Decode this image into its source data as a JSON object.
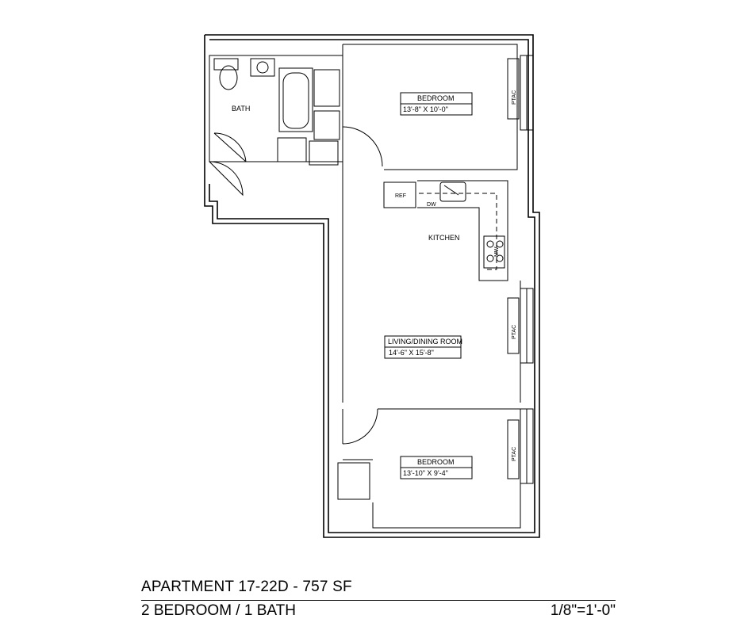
{
  "rooms": {
    "bath": {
      "name": "BATH"
    },
    "bedroom_1": {
      "name": "BEDROOM",
      "dims": "13'-8\" X 10'-0\""
    },
    "kitchen": {
      "name": "KITCHEN"
    },
    "living_dining": {
      "name": "LIVING/DINING ROOM",
      "dims": "14'-6\" X 15'-8\""
    },
    "bedroom_2": {
      "name": "BEDROOM",
      "dims": "13'-10\" X 9'-4\""
    }
  },
  "fixtures": {
    "ref": "REF",
    "dw": "DW",
    "mw": "MW",
    "ptac": "PTAC"
  },
  "title_block": {
    "apartment": "APARTMENT 17-22D - 757 SF",
    "type": "2 BEDROOM / 1 BATH",
    "scale": "1/8\"=1'-0\""
  }
}
